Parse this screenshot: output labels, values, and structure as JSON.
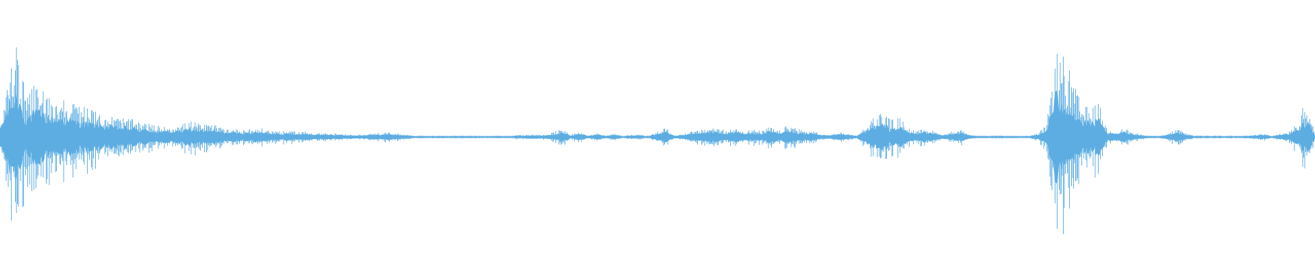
{
  "waveform": {
    "color": "#5DADE2",
    "background": "#ffffff",
    "amplitude_scale": 1.0,
    "envelope_samples": [
      0.14,
      0.55,
      0.83,
      0.34,
      0.46,
      0.41,
      0.33,
      0.36,
      0.31,
      0.29,
      0.26,
      0.22,
      0.21,
      0.18,
      0.17,
      0.16,
      0.13,
      0.12,
      0.1,
      0.09,
      0.1,
      0.11,
      0.14,
      0.12,
      0.11,
      0.1,
      0.08,
      0.07,
      0.07,
      0.07,
      0.08,
      0.06,
      0.06,
      0.05,
      0.05,
      0.05,
      0.04,
      0.04,
      0.03,
      0.03,
      0.02,
      0.02,
      0.02,
      0.03,
      0.04,
      0.04,
      0.03,
      0.02,
      0.01,
      0.01,
      0.01,
      0.01,
      0.01,
      0.01,
      0.01,
      0.01,
      0.01,
      0.01,
      0.01,
      0.01,
      0.02,
      0.02,
      0.02,
      0.02,
      0.04,
      0.09,
      0.02,
      0.05,
      0.01,
      0.04,
      0.01,
      0.03,
      0.01,
      0.02,
      0.02,
      0.01,
      0.05,
      0.08,
      0.01,
      0.03,
      0.05,
      0.06,
      0.09,
      0.08,
      0.05,
      0.09,
      0.05,
      0.07,
      0.05,
      0.09,
      0.05,
      0.1,
      0.09,
      0.05,
      0.06,
      0.02,
      0.02,
      0.04,
      0.03,
      0.01,
      0.09,
      0.18,
      0.22,
      0.15,
      0.17,
      0.08,
      0.05,
      0.09,
      0.05,
      0.02,
      0.05,
      0.07,
      0.02,
      0.01,
      0.01,
      0.01,
      0.01,
      0.01,
      0.01,
      0.01,
      0.03,
      0.12,
      0.75,
      0.7,
      0.5,
      0.28,
      0.25,
      0.3,
      0.06,
      0.05,
      0.08,
      0.04,
      0.02,
      0.01,
      0.01,
      0.03,
      0.07,
      0.04,
      0.01,
      0.01,
      0.01,
      0.01,
      0.01,
      0.01,
      0.01,
      0.02,
      0.03,
      0.01,
      0.03,
      0.05,
      0.12,
      0.35,
      0.02
    ]
  }
}
